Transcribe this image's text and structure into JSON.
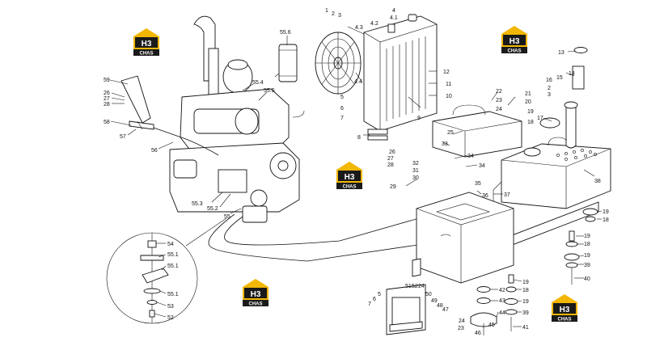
{
  "logo": {
    "monogram": "H3",
    "name": "CHAS",
    "colors": {
      "accent": "#f2b705",
      "dark": "#1a1a1a",
      "text": "#ffffff"
    }
  },
  "callouts": [
    {
      "id": "c59",
      "text": "59"
    },
    {
      "id": "c26",
      "text": "26"
    },
    {
      "id": "c27a",
      "text": "27"
    },
    {
      "id": "c28a",
      "text": "28"
    },
    {
      "id": "c58",
      "text": "58"
    },
    {
      "id": "c57",
      "text": "57"
    },
    {
      "id": "c56",
      "text": "56"
    },
    {
      "id": "c556",
      "text": "55.6"
    },
    {
      "id": "c554",
      "text": "55.4"
    },
    {
      "id": "c555",
      "text": "55.5"
    },
    {
      "id": "c553",
      "text": "55.3"
    },
    {
      "id": "c552",
      "text": "55.2"
    },
    {
      "id": "c55",
      "text": "55"
    },
    {
      "id": "r1",
      "text": "1"
    },
    {
      "id": "r2",
      "text": "2"
    },
    {
      "id": "r3",
      "text": "3"
    },
    {
      "id": "r4",
      "text": "4"
    },
    {
      "id": "r41",
      "text": "4.1"
    },
    {
      "id": "r42",
      "text": "4.2"
    },
    {
      "id": "r43",
      "text": "4.3"
    },
    {
      "id": "r44",
      "text": "4.4"
    },
    {
      "id": "r5",
      "text": "5"
    },
    {
      "id": "r6",
      "text": "6"
    },
    {
      "id": "r7",
      "text": "7"
    },
    {
      "id": "r8",
      "text": "8"
    },
    {
      "id": "r9",
      "text": "9"
    },
    {
      "id": "r10",
      "text": "10"
    },
    {
      "id": "r11",
      "text": "11"
    },
    {
      "id": "r12",
      "text": "12"
    },
    {
      "id": "t13",
      "text": "13"
    },
    {
      "id": "t14",
      "text": "14"
    },
    {
      "id": "t16",
      "text": "16"
    },
    {
      "id": "t15",
      "text": "15"
    },
    {
      "id": "t2",
      "text": "2"
    },
    {
      "id": "t3",
      "text": "3"
    },
    {
      "id": "t17",
      "text": "17"
    },
    {
      "id": "t38",
      "text": "38"
    },
    {
      "id": "t22",
      "text": "22"
    },
    {
      "id": "t23",
      "text": "23"
    },
    {
      "id": "t24",
      "text": "24"
    },
    {
      "id": "t21",
      "text": "21"
    },
    {
      "id": "t20",
      "text": "20"
    },
    {
      "id": "t19a",
      "text": "19"
    },
    {
      "id": "t18a",
      "text": "18"
    },
    {
      "id": "t25",
      "text": "25"
    },
    {
      "id": "m26",
      "text": "26"
    },
    {
      "id": "m27",
      "text": "27"
    },
    {
      "id": "m28",
      "text": "28"
    },
    {
      "id": "m33",
      "text": "33"
    },
    {
      "id": "m34a",
      "text": "34"
    },
    {
      "id": "m34b",
      "text": "34"
    },
    {
      "id": "m32",
      "text": "32"
    },
    {
      "id": "m31",
      "text": "31"
    },
    {
      "id": "m30",
      "text": "30"
    },
    {
      "id": "m29",
      "text": "29"
    },
    {
      "id": "m35",
      "text": "35"
    },
    {
      "id": "m36",
      "text": "36"
    },
    {
      "id": "m37",
      "text": "37"
    },
    {
      "id": "rb19a",
      "text": "19"
    },
    {
      "id": "rb18a",
      "text": "18"
    },
    {
      "id": "rb19b",
      "text": "19"
    },
    {
      "id": "rb18b",
      "text": "18"
    },
    {
      "id": "rb19c",
      "text": "19"
    },
    {
      "id": "rb39a",
      "text": "39"
    },
    {
      "id": "rb40",
      "text": "40"
    },
    {
      "id": "d54",
      "text": "54"
    },
    {
      "id": "d551a",
      "text": "55.1"
    },
    {
      "id": "d551b",
      "text": "55.1"
    },
    {
      "id": "d551c",
      "text": "55.1"
    },
    {
      "id": "d53",
      "text": "53"
    },
    {
      "id": "d52",
      "text": "52"
    },
    {
      "id": "b5",
      "text": "5"
    },
    {
      "id": "b6",
      "text": "6"
    },
    {
      "id": "b7",
      "text": "7"
    },
    {
      "id": "b51",
      "text": "51"
    },
    {
      "id": "b52",
      "text": "52"
    },
    {
      "id": "b24",
      "text": "24"
    },
    {
      "id": "b50",
      "text": "50"
    },
    {
      "id": "b49",
      "text": "49"
    },
    {
      "id": "b48",
      "text": "48"
    },
    {
      "id": "b47",
      "text": "47"
    },
    {
      "id": "bc19a",
      "text": "19"
    },
    {
      "id": "bc18",
      "text": "18"
    },
    {
      "id": "bc42",
      "text": "42"
    },
    {
      "id": "bc43",
      "text": "43"
    },
    {
      "id": "bc19b",
      "text": "19"
    },
    {
      "id": "bc44",
      "text": "44"
    },
    {
      "id": "bc39",
      "text": "39"
    },
    {
      "id": "bc24",
      "text": "24"
    },
    {
      "id": "bc45",
      "text": "45"
    },
    {
      "id": "bc23",
      "text": "23"
    },
    {
      "id": "bc46",
      "text": "46"
    },
    {
      "id": "bc41",
      "text": "41"
    }
  ]
}
